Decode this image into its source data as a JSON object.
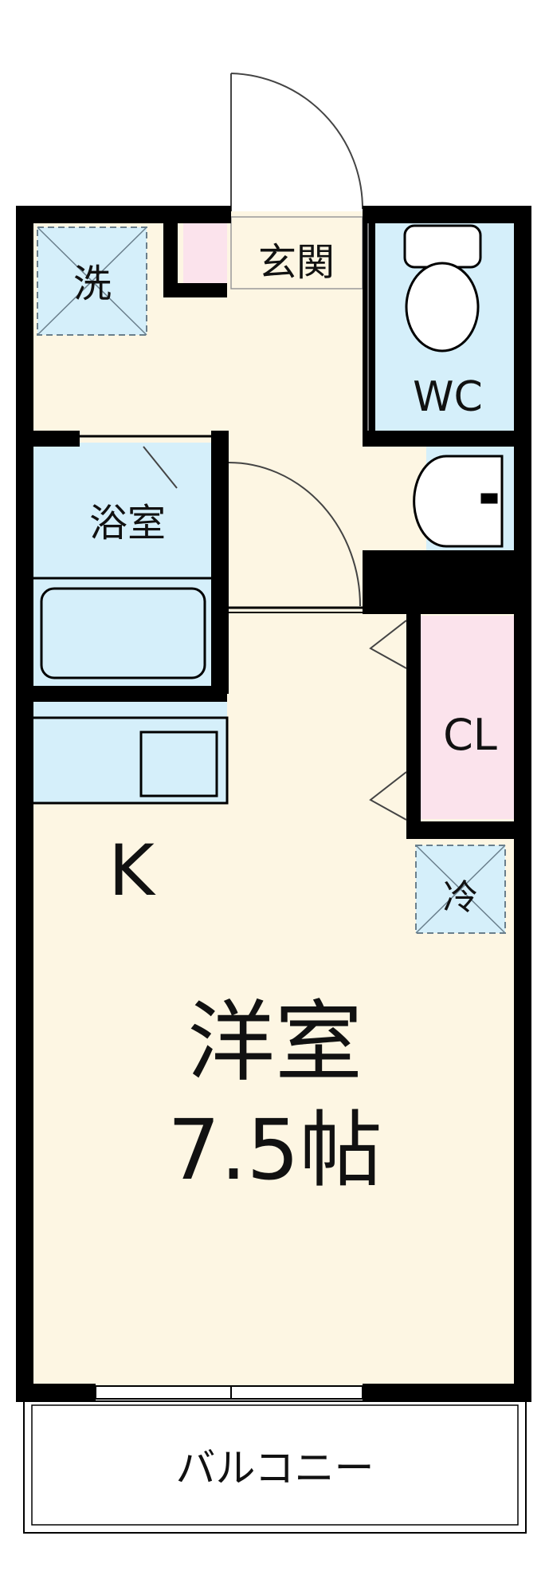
{
  "rooms": {
    "entrance": "玄関",
    "washer": "洗",
    "toilet": "WC",
    "bath": "浴室",
    "closet": "CL",
    "fridge": "冷",
    "kitchen": "K",
    "western_room": "洋室",
    "western_room_size": "7.5帖",
    "balcony": "バルコニー"
  },
  "colors": {
    "wall": "#000000",
    "floor": "#fdf6e3",
    "wet_area": "#d5effa",
    "closet": "#fbe3ec",
    "entrance": "#fdf6e3"
  }
}
